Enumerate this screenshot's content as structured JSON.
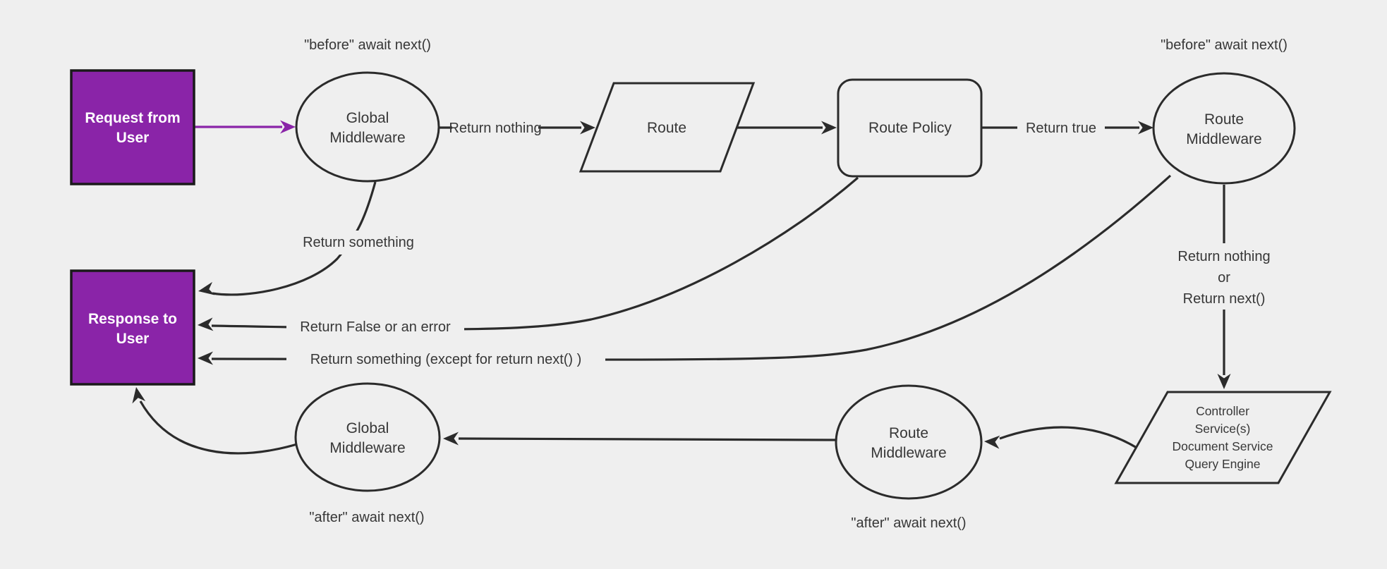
{
  "diagram": {
    "title_hint": "middleware request/response flow",
    "colors": {
      "background": "#efefef",
      "line": "#2b2b2b",
      "text": "#373737",
      "accent_purple": "#8a24a8",
      "terminal_text": "#ffffff"
    },
    "nodes": {
      "request": {
        "shape": "rectangle",
        "line1": "Request from",
        "line2": "User"
      },
      "global_mw_top": {
        "shape": "ellipse",
        "line1": "Global",
        "line2": "Middleware"
      },
      "route": {
        "shape": "parallelogram",
        "label": "Route"
      },
      "route_policy": {
        "shape": "rounded-rect",
        "label": "Route Policy"
      },
      "route_mw_top": {
        "shape": "ellipse",
        "line1": "Route",
        "line2": "Middleware"
      },
      "controller": {
        "shape": "parallelogram",
        "line1": "Controller",
        "line2": "Service(s)",
        "line3": "Document Service",
        "line4": "Query Engine"
      },
      "route_mw_bottom": {
        "shape": "ellipse",
        "line1": "Route",
        "line2": "Middleware"
      },
      "global_mw_bottom": {
        "shape": "ellipse",
        "line1": "Global",
        "line2": "Middleware"
      },
      "response": {
        "shape": "rectangle",
        "line1": "Response to",
        "line2": "User"
      }
    },
    "edge_labels": {
      "before_left": "\"before\" await next()",
      "before_right": "\"before\" await next()",
      "return_nothing_top": "Return nothing",
      "return_true": "Return true",
      "return_something": "Return something",
      "return_false_or_error": "Return False or an error",
      "return_something_except": "Return something (except for return next() )",
      "return_nothing_or_line1": "Return nothing",
      "return_nothing_or_line2": "or",
      "return_nothing_or_line3": "Return next()",
      "after_left": "\"after\" await next()",
      "after_right": "\"after\" await next()"
    }
  }
}
